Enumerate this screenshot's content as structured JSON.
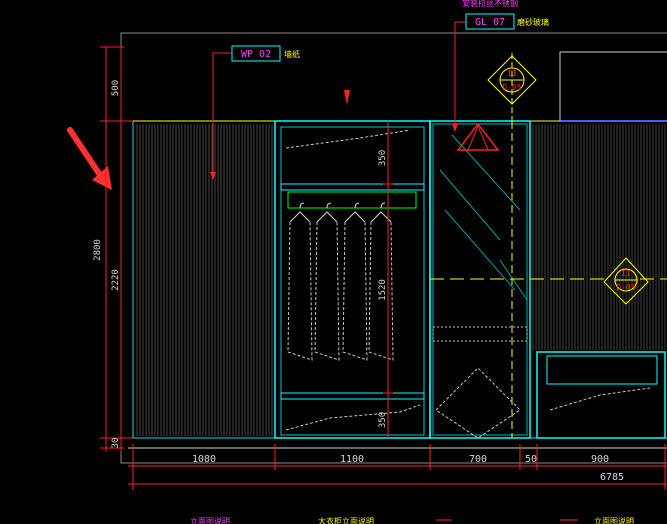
{
  "tags": {
    "wallpaper": {
      "code": "WP 02",
      "note": "墙纸"
    },
    "glass": {
      "code": "GL 07",
      "note": "磨砂玻璃",
      "top_note": "安装拉丝不锈钢"
    }
  },
  "section_markers": [
    {
      "top": "II",
      "bottom": "D-05"
    },
    {
      "top": "II",
      "bottom": "D-05"
    }
  ],
  "vertical_dims": [
    "500",
    "2800",
    "2220",
    "30",
    "350",
    "1520",
    "350"
  ],
  "horizontal_dims": [
    "1080",
    "1100",
    "700",
    "50",
    "900"
  ],
  "total_dim": "6785",
  "bottom_labels": [
    "立面图说明",
    "大衣柜立面说明",
    "立面图说明"
  ],
  "colors": {
    "background": "#000000",
    "cabinet": "#00ffff",
    "dimension": "#ff2020",
    "marker": "#ffff00",
    "tag": "#ff40ff",
    "hanger": "#00ff00"
  }
}
